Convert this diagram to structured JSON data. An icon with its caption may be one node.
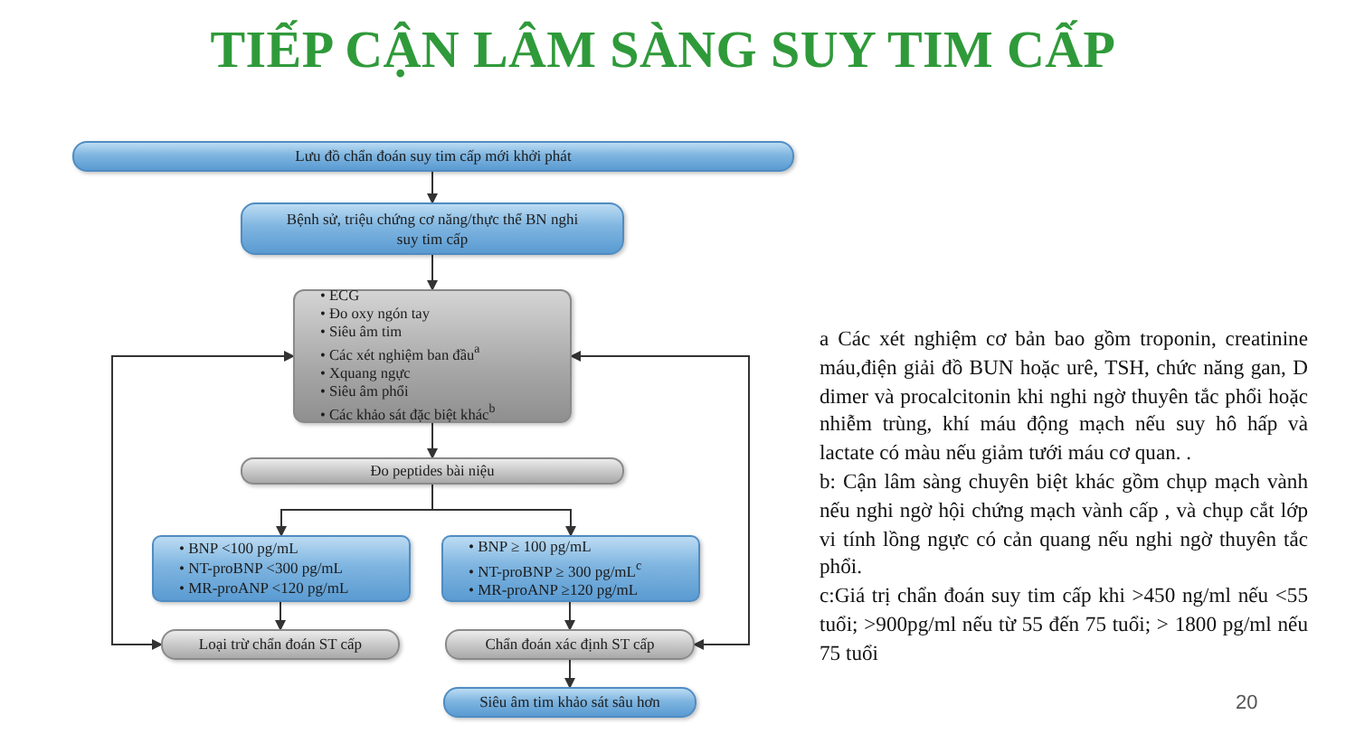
{
  "diagram": {
    "title": "TIẾP CẬN LÂM SÀNG SUY TIM CẤP",
    "nodes": [
      {
        "text": [
          "Lưu đồ chẩn đoán suy tim cấp mới khởi phát"
        ]
      },
      {
        "text": [
          "Bệnh sử, triệu chứng cơ năng/thực thể BN nghi suy tim cấp"
        ]
      },
      {
        "text": [
          "• ECG",
          "• Đo oxy ngón tay",
          "• Siêu âm tim",
          "• Các xét nghiệm ban đầu$^{a}$",
          "• Xquang ngực",
          "• Siêu âm phổi",
          "• Các khảo sát đặc biệt khác$^{b}$"
        ]
      },
      {
        "text": [
          "Đo peptides bài niệu"
        ]
      },
      {
        "text": [
          "• BNP <100 pg/mL",
          "• NT-proBNP <300 pg/mL",
          "• MR-proANP <120 pg/mL"
        ]
      },
      {
        "text": [
          "• BNP ≥ 100 pg/mL",
          "• NT-proBNP ≥ 300 pg/mL$^{c}$",
          "• MR-proANP ≥120 pg/mL"
        ]
      },
      {
        "text": [
          "Loại trừ chẩn đoán ST cấp"
        ]
      },
      {
        "text": [
          "Chẩn đoán xác định ST cấp"
        ]
      },
      {
        "text": [
          "Siêu âm tim khảo sát sâu hơn"
        ]
      }
    ],
    "edges": [
      {
        "from": 0,
        "to": 1,
        "arrow": "to"
      },
      {
        "from": 1,
        "to": 2,
        "arrow": "to"
      },
      {
        "from": 2,
        "to": 3,
        "arrow": "to"
      },
      {
        "from": 3,
        "to": 4,
        "arrow": "to"
      },
      {
        "from": 3,
        "to": 5,
        "arrow": "to"
      },
      {
        "from": 4,
        "to": 6,
        "arrow": "to"
      },
      {
        "from": 5,
        "to": 7,
        "arrow": "to"
      },
      {
        "from": 7,
        "to": 8,
        "arrow": "to"
      },
      {
        "from": 2,
        "to": 6,
        "arrow": "both"
      },
      {
        "from": 2,
        "to": 7,
        "arrow": "both"
      }
    ],
    "labels": [
      "a Các xét nghiệm cơ bản bao gồm troponin, creatinine máu,điện giải đồ BUN hoặc urê, TSH, chức năng gan, D dimer và procalcitonin khi nghi ngờ thuyên tắc phổi hoặc nhiễm trùng, khí máu động mạch nếu suy hô hấp và lactate có màu nếu giảm tưới máu cơ quan. .",
      "b: Cận lâm sàng chuyên biệt khác gồm chụp mạch vành nếu nghi ngờ hội chứng mạch vành cấp , và chụp cắt lớp vi tính lồng ngực có cản quang nếu nghi ngờ thuyên tắc phổi.",
      "c:Giá trị chẩn đoán suy tim cấp khi >450 ng/ml nếu <55 tuổi; >900pg/ml nếu từ 55 đến 75 tuổi; > 1800 pg/ml nếu 75 tuổi",
      "20"
    ]
  }
}
